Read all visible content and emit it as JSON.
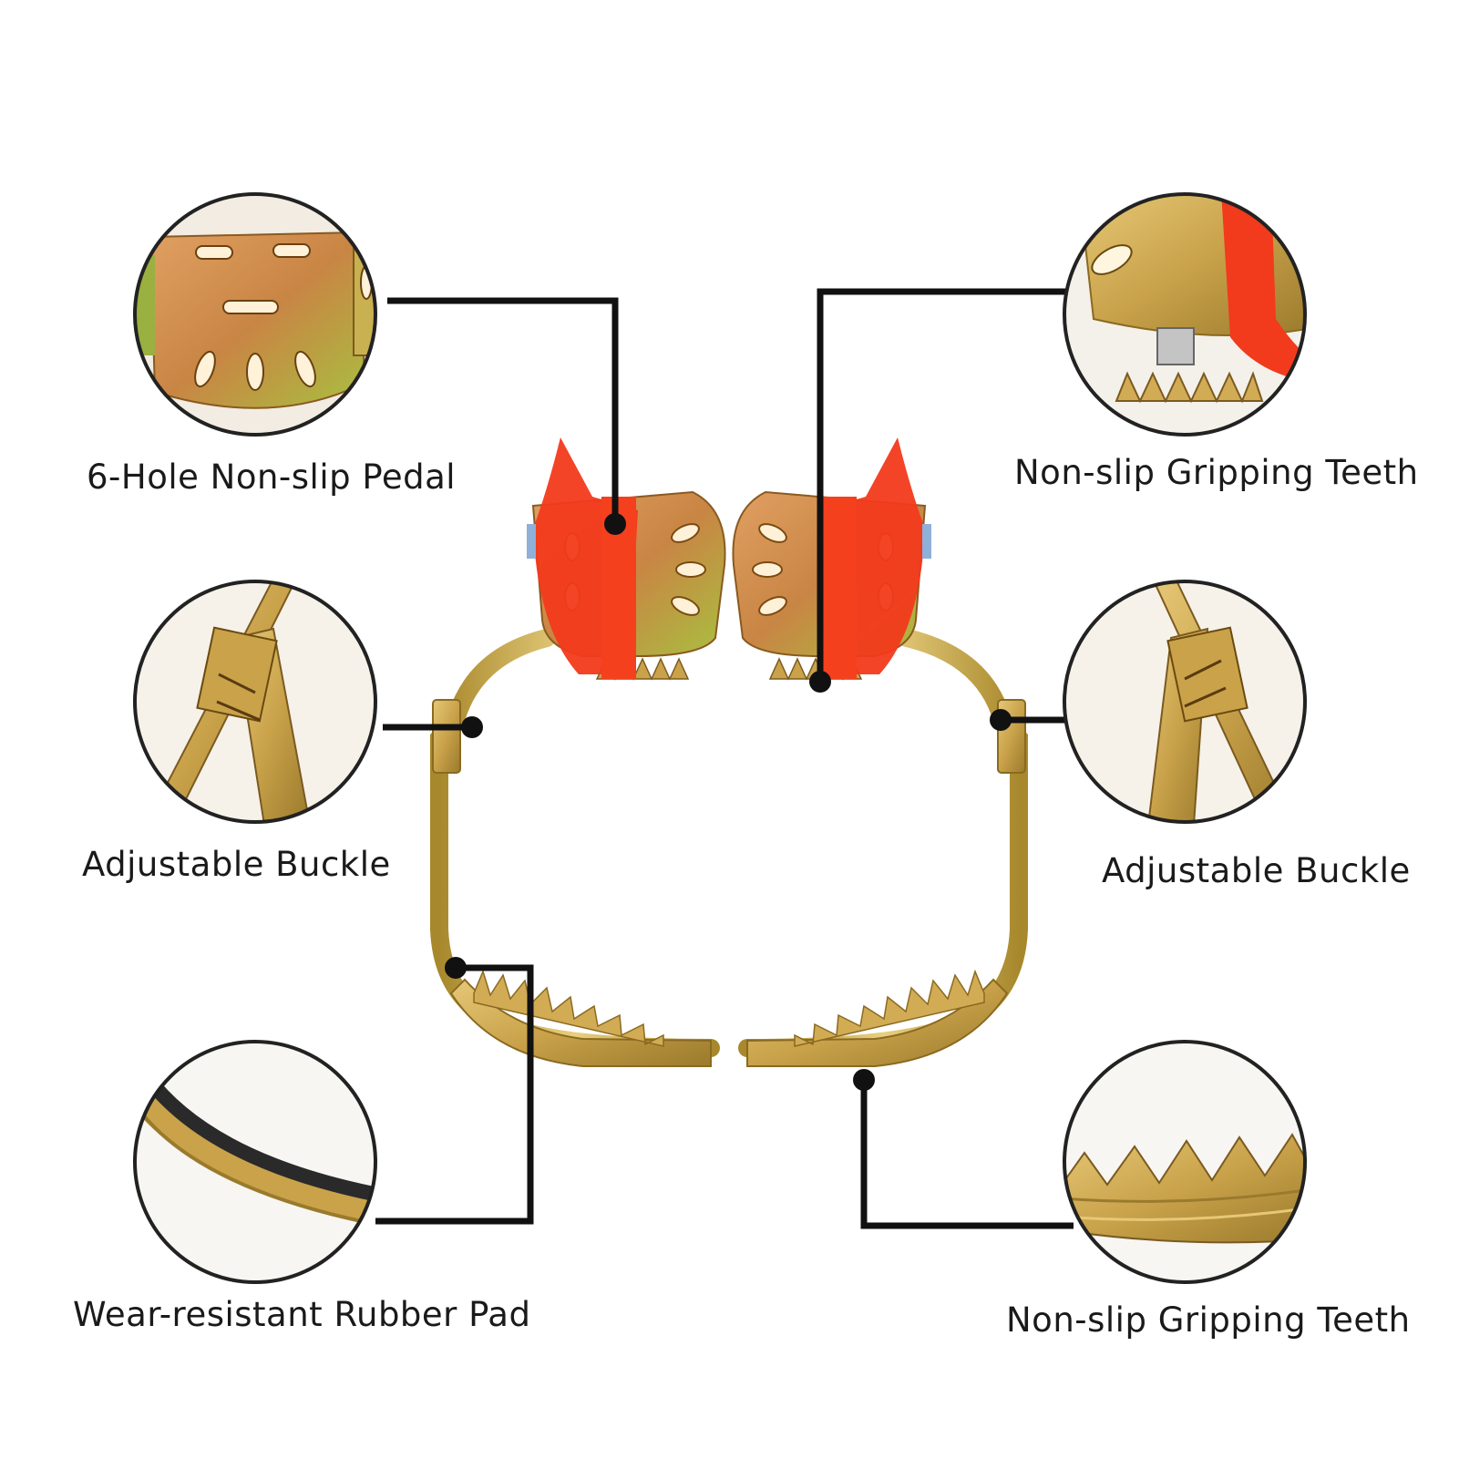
{
  "colors": {
    "metal": "#c9a24a",
    "metal_dark": "#9a7a2c",
    "metal_light": "#e6c877",
    "copper": "#d18a4c",
    "strap": "#f23a1c",
    "leader": "#111111",
    "circle_border": "#222222",
    "rubber": "#2a2a2a"
  },
  "callouts": [
    {
      "id": "pedal",
      "label": "6-Hole Non-slip Pedal",
      "icon": "pedal-detail-icon"
    },
    {
      "id": "teeth_top",
      "label": "Non-slip Gripping Teeth",
      "icon": "teeth-detail-icon"
    },
    {
      "id": "buckle_left",
      "label": "Adjustable Buckle",
      "icon": "buckle-detail-icon"
    },
    {
      "id": "buckle_right",
      "label": "Adjustable Buckle",
      "icon": "buckle-detail-icon"
    },
    {
      "id": "rubber",
      "label": "Wear-resistant Rubber Pad",
      "icon": "rubber-pad-detail-icon"
    },
    {
      "id": "teeth_bottom",
      "label": "Non-slip Gripping Teeth",
      "icon": "teeth-detail-icon"
    }
  ]
}
